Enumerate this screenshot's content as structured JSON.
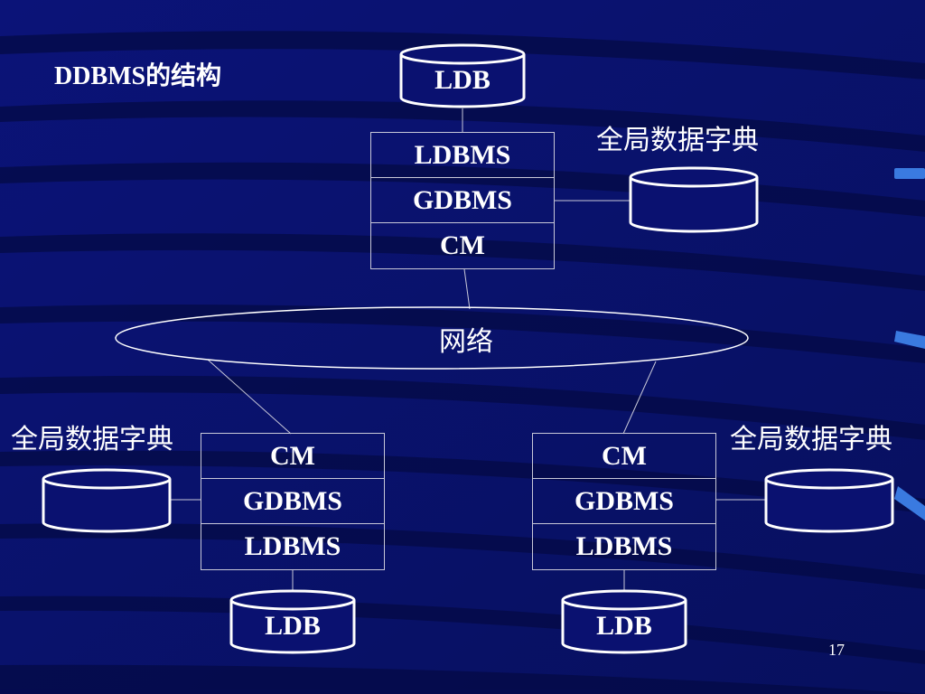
{
  "slide": {
    "title": "DDBMS的结构",
    "page_number": "17"
  },
  "network": {
    "label": "网络"
  },
  "top_site": {
    "ldb_label": "LDB",
    "stack": [
      "LDBMS",
      "GDBMS",
      "CM"
    ],
    "dictionary_label": "全局数据字典"
  },
  "left_site": {
    "ldb_label": "LDB",
    "stack": [
      "CM",
      "GDBMS",
      "LDBMS"
    ],
    "dictionary_label": "全局数据字典"
  },
  "right_site": {
    "ldb_label": "LDB",
    "stack": [
      "CM",
      "GDBMS",
      "LDBMS"
    ],
    "dictionary_label": "全局数据字典"
  },
  "colors": {
    "background": "#0a1170",
    "stripe": "#000535",
    "accent": "#3a7ae0",
    "line": "#c8c8d8"
  }
}
